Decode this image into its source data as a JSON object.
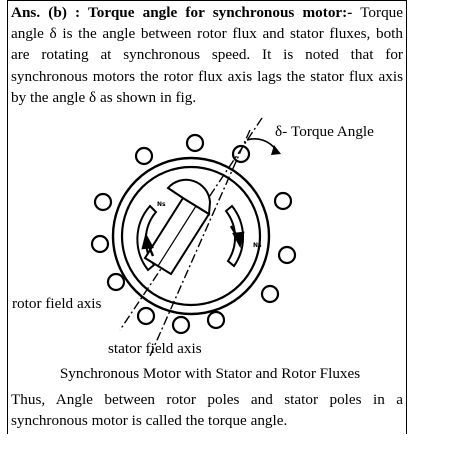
{
  "intro": {
    "lead": "Ans. (b) : Torque angle for synchronous motor:-",
    "body": "Torque angle δ is the angle between rotor flux and stator fluxes, both are rotating at synchronous speed. It is noted that for synchronous motors the rotor flux axis lags the stator flux axis by the angle δ as shown in fig."
  },
  "figure": {
    "torque_label": "δ- Torque Angle",
    "rotor_axis_label": "rotor field axis",
    "stator_axis_label": "stator field axis",
    "pole_label_top": "Ns",
    "pole_label_right": "Ns",
    "caption": "Synchronous Motor with Stator and Rotor Fluxes"
  },
  "conclusion": "Thus, Angle between rotor poles and stator poles in a synchronous motor is called the torque angle."
}
